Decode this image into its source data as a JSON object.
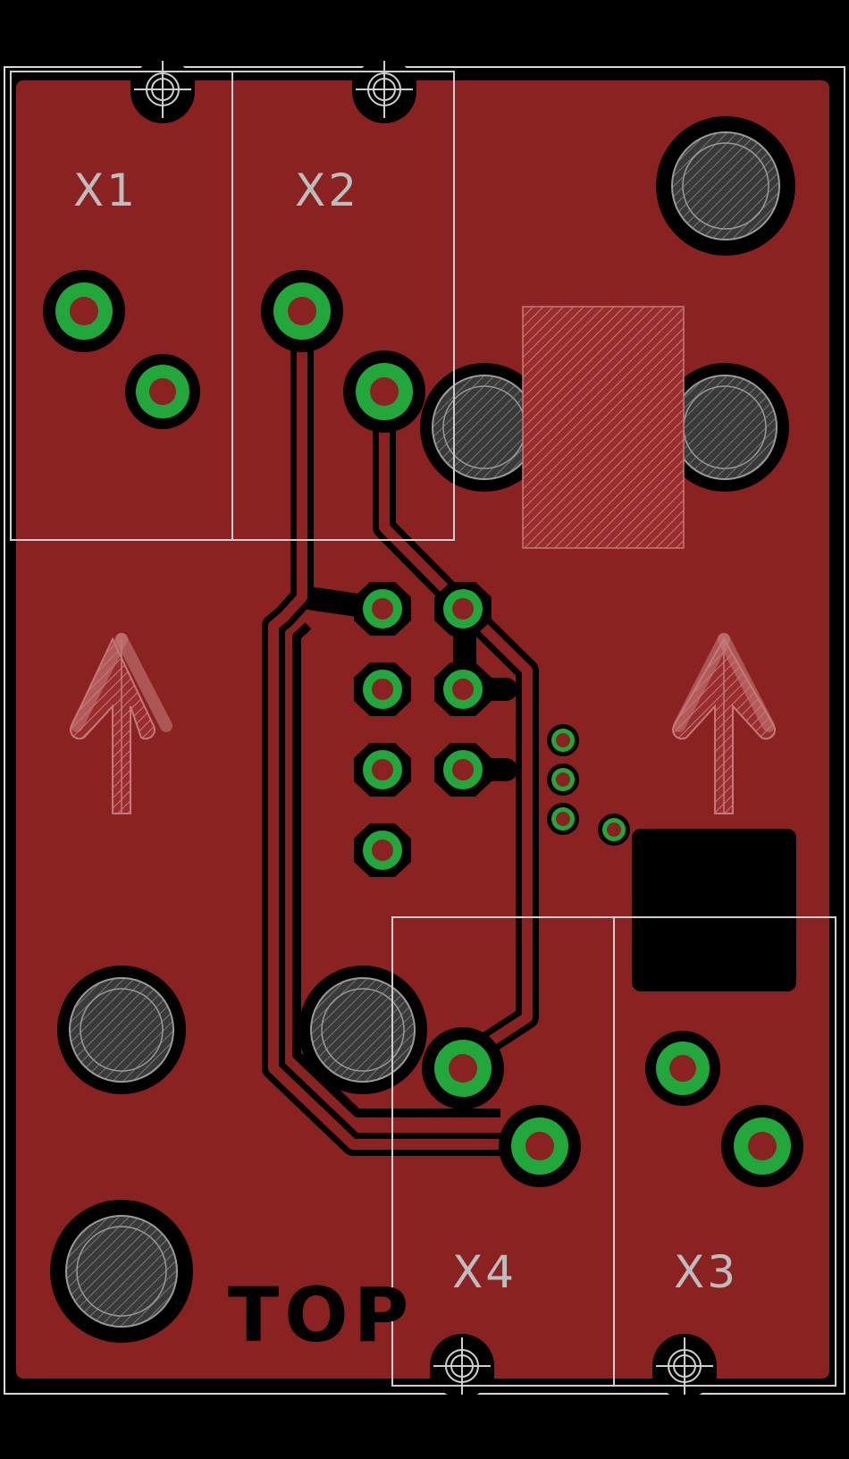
{
  "board": {
    "background_color": "#000000",
    "copper_color": "#8b2222",
    "pad_color": "#22a83a",
    "silkscreen_color": "#cfcfcf"
  },
  "connectors": {
    "x1": "X1",
    "x2": "X2",
    "x3": "X3",
    "x4": "X4"
  },
  "side_label": "TOP",
  "icons": [
    "up-arrow-icon",
    "up-arrow-icon"
  ]
}
